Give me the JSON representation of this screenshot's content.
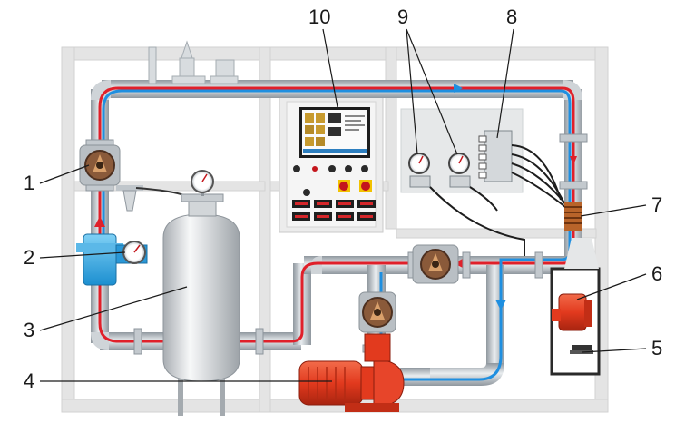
{
  "diagram": {
    "callouts": [
      {
        "id": "1",
        "label": "1",
        "component": "butterfly-valve-left"
      },
      {
        "id": "2",
        "label": "2",
        "component": "flow-meter"
      },
      {
        "id": "3",
        "label": "3",
        "component": "pressure-tank"
      },
      {
        "id": "4",
        "label": "4",
        "component": "main-pump"
      },
      {
        "id": "5",
        "label": "5",
        "component": "motor-base"
      },
      {
        "id": "6",
        "label": "6",
        "component": "small-pump-motor"
      },
      {
        "id": "7",
        "label": "7",
        "component": "heat-coil"
      },
      {
        "id": "8",
        "label": "8",
        "component": "sensor-junction-box"
      },
      {
        "id": "9",
        "label": "9",
        "component": "pressure-gauges"
      },
      {
        "id": "10",
        "label": "10",
        "component": "control-panel-screen"
      }
    ],
    "colors": {
      "frame": "#e4e4e4",
      "pipe": "#c9ced3",
      "pipe_dark": "#9aa2a9",
      "flow_red": "#e0202a",
      "flow_blue": "#1f8fe0",
      "motor_red": "#e8442c",
      "panel": "#eceeed",
      "screen": "#1d1d1d"
    },
    "icons": [
      "valve-icon",
      "gauge-icon",
      "motor-icon",
      "tank-icon",
      "arrow-icon"
    ]
  }
}
